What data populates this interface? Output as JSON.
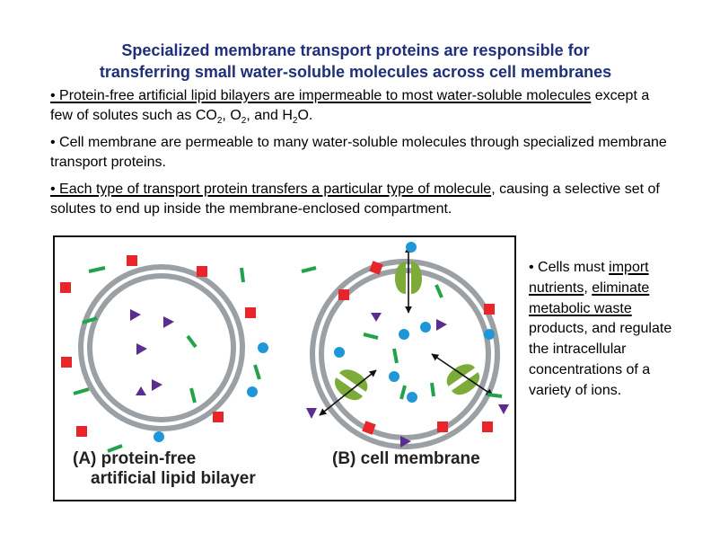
{
  "title": {
    "line1": "Specialized membrane transport proteins are responsible for",
    "line2": "transferring small water-soluble molecules across cell membranes"
  },
  "bullets": {
    "b1": {
      "lead_underlined": "• Protein-free artificial lipid bilayers are impermeable to most water-soluble molecules",
      "rest_before": " except a few of solutes such as CO",
      "sub1": "2",
      "mid1": ", O",
      "sub2": "2",
      "mid2": ", and H",
      "sub3": "2",
      "end": "O."
    },
    "b2": "• Cell membrane are permeable to many water-soluble molecules through specialized membrane transport proteins.",
    "b3": {
      "underlined": "• Each type of transport protein transfers a particular type of molecule",
      "rest": ", causing a selective set of solutes to end up inside the membrane-enclosed compartment."
    }
  },
  "figure": {
    "label_a_line1": "(A) protein-free",
    "label_a_line2": "artificial lipid bilayer",
    "label_b": "(B) cell membrane",
    "colors": {
      "membrane": "#9aa0a4",
      "square": "#e8262a",
      "circle": "#1f96d8",
      "triangle": "#5b2d8e",
      "dash": "#22a24a",
      "protein": "#7cab3a"
    }
  },
  "side": {
    "prefix": "• Cells must ",
    "import_nutrients": "import nutrients",
    "comma": ", ",
    "eliminate_waste": "eliminate metabolic waste",
    "suffix": " products, and regulate the intracellular concentrations of a variety of ions."
  }
}
